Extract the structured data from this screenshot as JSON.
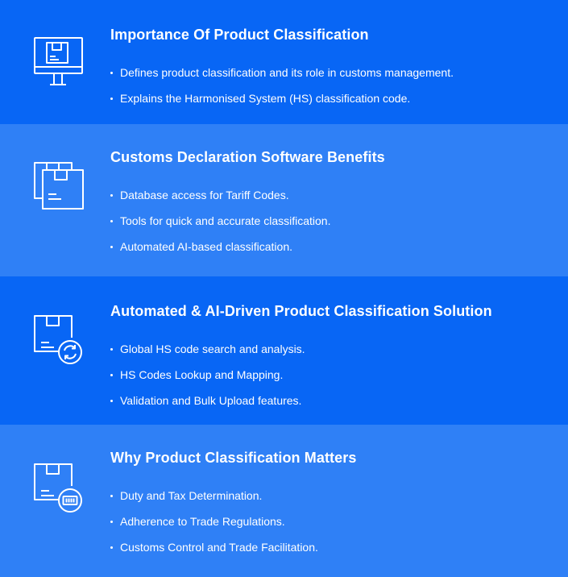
{
  "sections": [
    {
      "icon": "computer-monitor-icon",
      "title": "Importance Of Product Classification",
      "bullets": [
        "Defines product classification and its role in customs management.",
        "Explains the Harmonised System (HS) classification code."
      ]
    },
    {
      "icon": "stacked-documents-box-icon",
      "title": "Customs Declaration Software Benefits",
      "bullets": [
        "Database access for Tariff Codes.",
        "Tools for quick and accurate classification.",
        "Automated AI-based classification."
      ]
    },
    {
      "icon": "box-refresh-icon",
      "title": "Automated & AI-Driven Product Classification Solution",
      "bullets": [
        "Global HS code search and analysis.",
        "HS Codes Lookup and Mapping.",
        "Validation and Bulk Upload features."
      ]
    },
    {
      "icon": "box-barcode-icon",
      "title": "Why Product Classification Matters",
      "bullets": [
        "Duty and Tax Determination.",
        "Adherence to Trade Regulations.",
        "Customs Control and Trade Facilitation."
      ]
    }
  ],
  "colors": {
    "primary_blue": "#0866f5",
    "secondary_blue": "#2f80f6",
    "text": "#ffffff"
  }
}
